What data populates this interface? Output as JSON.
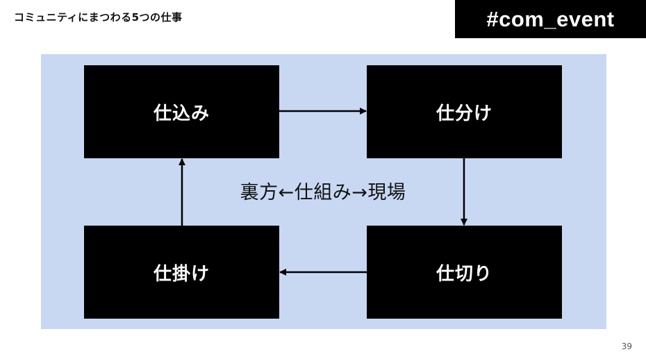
{
  "slide": {
    "title": "コミュニティにまつわる5つの仕事",
    "hashtag": "#com_event",
    "page_number": "39"
  },
  "diagram": {
    "center_label": "裏方←仕組み→現場",
    "steps": {
      "top_left": "仕込み",
      "top_right": "仕分け",
      "bottom_right": "仕切り",
      "bottom_left": "仕掛け"
    }
  },
  "colors": {
    "panel_background": "#c8d8f3",
    "box_fill": "#000000",
    "box_text": "#ffffff",
    "arrow": "#000000"
  }
}
